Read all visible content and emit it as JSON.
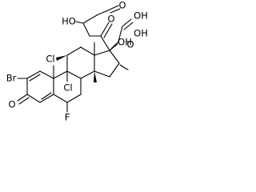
{
  "molecule": {
    "atom_labels": {
      "c11_chlorine": "Cl",
      "c9_chlorine": "Cl",
      "c2_bromine": "Br",
      "c3_oxygen": "O",
      "c6_fluorine": "F",
      "c17_hydroxyl": "OH",
      "side_chain_hydroxyl": "HO",
      "acid1_hydroxyl": "OH",
      "acid1_carbonyl": "O",
      "acid2_hydroxyl": "OH",
      "acid2_carbonyl": "O",
      "ketone_oxygen": "O"
    }
  }
}
